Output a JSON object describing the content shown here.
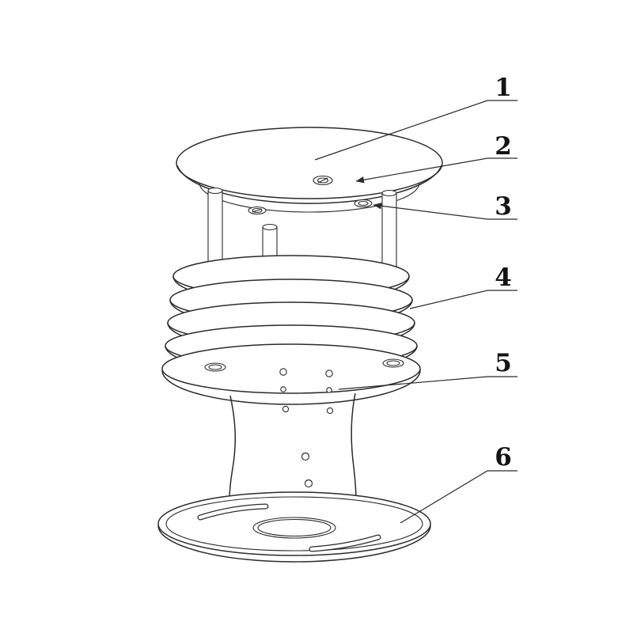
{
  "figure": {
    "type": "technical-line-drawing",
    "subject": "Louvered radiation-shield sensor assembly with numbered parts",
    "background_color": "#ffffff",
    "line_color": "#2b2b2b",
    "callouts": [
      {
        "label": "1",
        "target": "top-cap"
      },
      {
        "label": "2",
        "target": "top-plate-screw"
      },
      {
        "label": "3",
        "target": "top-plate-hole"
      },
      {
        "label": "4",
        "target": "louver-stack"
      },
      {
        "label": "5",
        "target": "body-vent-hole"
      },
      {
        "label": "6",
        "target": "mounting-base-plate"
      }
    ]
  }
}
